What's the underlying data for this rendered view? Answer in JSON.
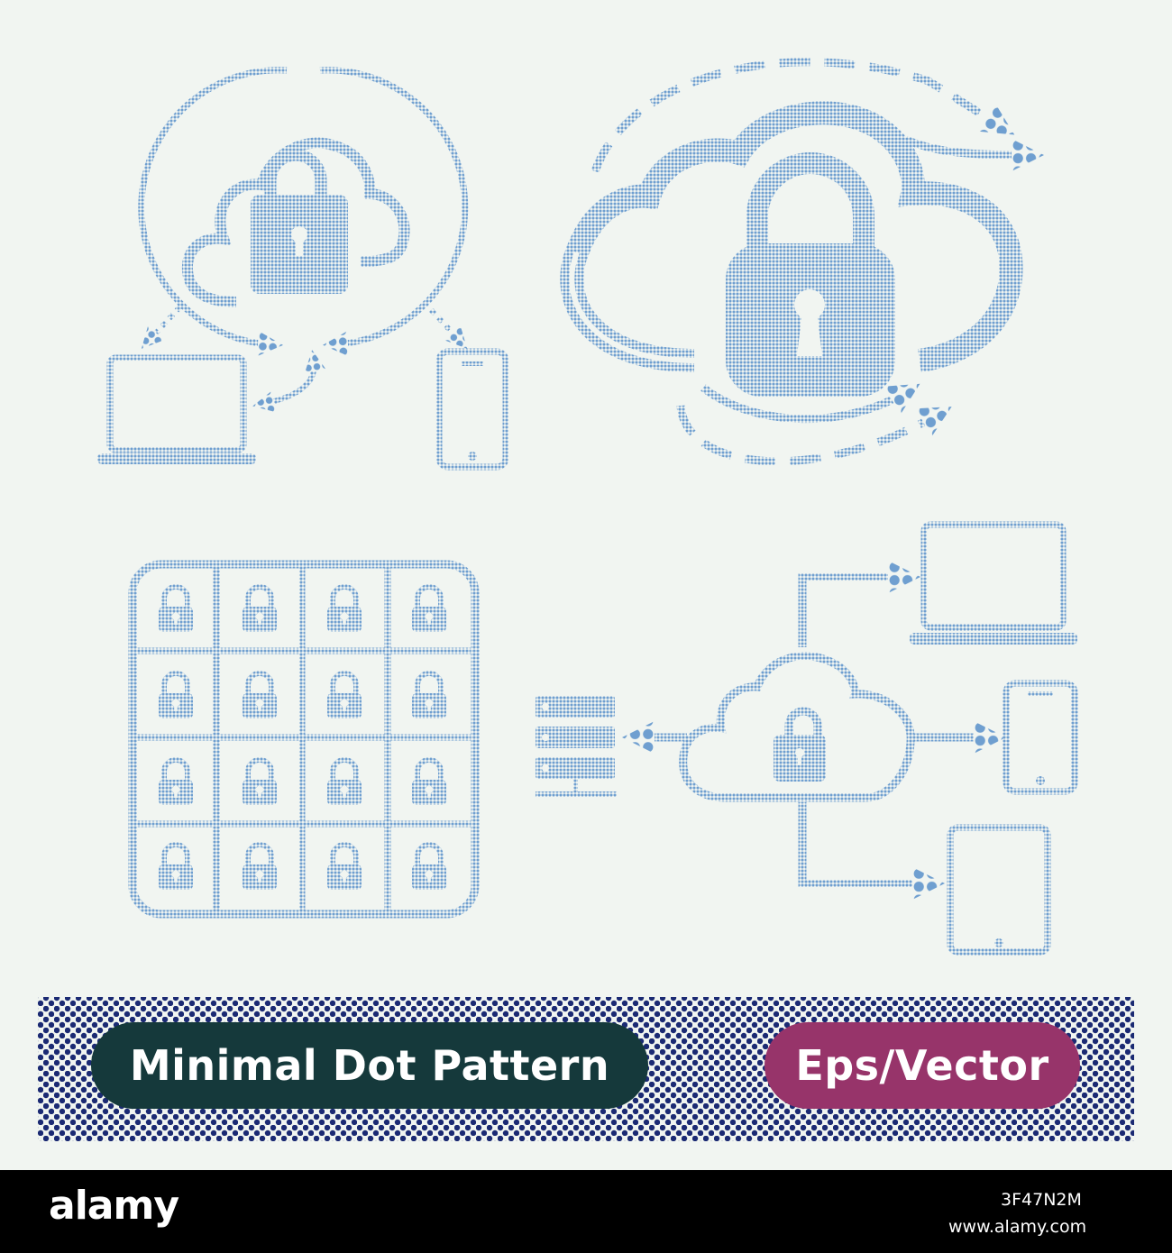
{
  "colors": {
    "background": "#f1f5f1",
    "icon_blue": "#6f9fd0",
    "dot_navy": "#1b2a73",
    "pill_dark": "#15393b",
    "pill_magenta": "#97346a",
    "footer_bg": "#000000"
  },
  "icons": [
    "cloud-sync-lock-icon",
    "secure-cloud-transfer-icon",
    "lock-grid-icon",
    "cloud-network-devices-icon"
  ],
  "banner": {
    "left_label": "Minimal Dot Pattern",
    "right_label": "Eps/Vector"
  },
  "footer": {
    "brand": "alamy",
    "image_id": "3F47N2M",
    "url": "www.alamy.com"
  }
}
